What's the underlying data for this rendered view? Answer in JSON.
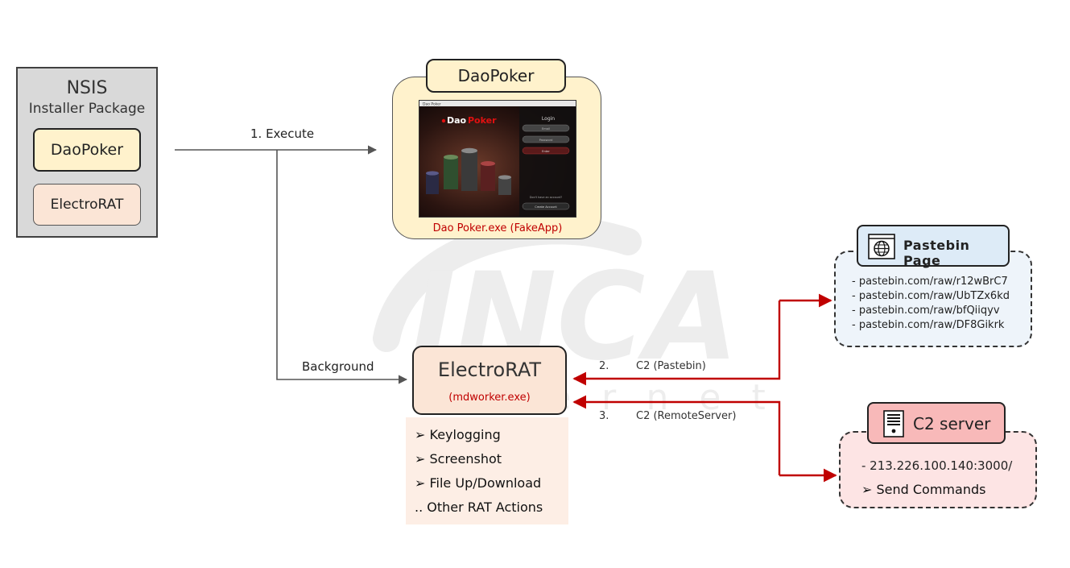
{
  "watermark": {
    "word": "INCA",
    "sub": "Internet"
  },
  "nsis": {
    "title": "NSIS",
    "subtitle": "Installer Package",
    "daopoker": "DaoPoker",
    "electrorat": "ElectroRAT"
  },
  "daopoker_app": {
    "header": "DaoPoker",
    "caption": "Dao Poker.exe (FakeApp)",
    "screen": {
      "window_title": "Dao Poker",
      "logo_prefix": "Dao",
      "logo_suffix": "Poker",
      "login_label": "Login",
      "email_placeholder": "Email",
      "password_placeholder": "Password",
      "enter_label": "Enter",
      "no_account_text": "Don't have an account?",
      "create_account_label": "Create Account"
    }
  },
  "connectors": {
    "execute": "1. Execute",
    "background": "Background",
    "c2_pastebin_num": "2.",
    "c2_pastebin": "C2 (Pastebin)",
    "c2_remote_num": "3.",
    "c2_remote": "C2 (RemoteServer)"
  },
  "electrorat": {
    "title": "ElectroRAT",
    "process": "(mdworker.exe)",
    "features": [
      "Keylogging",
      "Screenshot",
      "File Up/Download"
    ],
    "more": ".. Other RAT Actions",
    "bullet": "➢"
  },
  "pastebin": {
    "title": "Pastebin  Page",
    "icon": "globe-window-icon",
    "urls": [
      "-  pastebin.com/raw/r12wBrC7",
      "-  pastebin.com/raw/UbTZx6kd",
      "-  pastebin.com/raw/bfQiiqyv",
      "-  pastebin.com/raw/DF8Gikrk"
    ]
  },
  "c2": {
    "title": "C2 server",
    "icon": "server-icon",
    "address": "-    213.226.100.140:3000/",
    "command": "➢  Send Commands"
  },
  "colors": {
    "dao_fill": "#fff2cc",
    "rat_fill": "#fbe5d6",
    "nsis_fill": "#d9d9d9",
    "pastebin_fill": "#ddebf7",
    "c2_fill": "#f8b9b9",
    "c2_arrow": "#c00000",
    "exec_arrow": "#555555",
    "accent_red": "#c00000"
  }
}
